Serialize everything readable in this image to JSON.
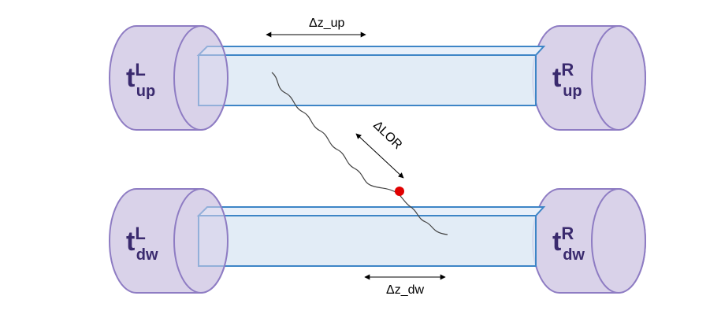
{
  "colors": {
    "detector_fill": "#d9d2e9",
    "detector_stroke": "#8e7cc3",
    "crystal_fill": "#dde9f5",
    "crystal_stroke": "#3d85c6",
    "detector_text": "#3a2a6e",
    "event_dot": "#e00000"
  },
  "labels": {
    "dz_up": "Δz_up",
    "dz_dw": "Δz_dw",
    "dlor": "ΔLOR"
  },
  "detectors": {
    "up_left": {
      "main": "t",
      "sup": "L",
      "sub": "up"
    },
    "up_right": {
      "main": "t",
      "sup": "R",
      "sub": "up"
    },
    "dw_left": {
      "main": "t",
      "sup": "L",
      "sub": "dw"
    },
    "dw_right": {
      "main": "t",
      "sup": "R",
      "sub": "dw"
    }
  }
}
